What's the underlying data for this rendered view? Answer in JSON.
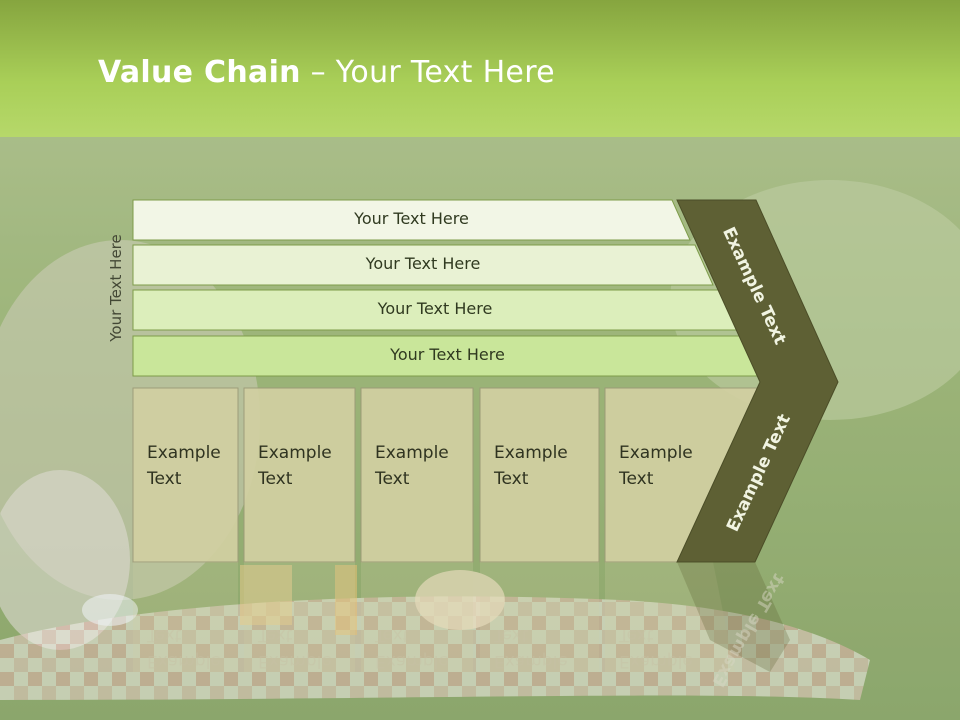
{
  "slide": {
    "title_bold": "Value Chain",
    "title_rest": " – Your Text Here",
    "side_label": "Your Text Here"
  },
  "bars": [
    {
      "label": "Your Text Here",
      "color": "#f2f6e6"
    },
    {
      "label": "Your Text Here",
      "color": "#e9f2d4"
    },
    {
      "label": "Your Text Here",
      "color": "#dceebb"
    },
    {
      "label": "Your Text Here",
      "color": "#c9e69a"
    }
  ],
  "columns": [
    {
      "label": "Example Text"
    },
    {
      "label": "Example Text"
    },
    {
      "label": "Example Text"
    },
    {
      "label": "Example Text"
    },
    {
      "label": "Example Text"
    }
  ],
  "arrow": {
    "top_label": "Example Text",
    "bottom_label": "Example Text",
    "color": "#5e6034"
  },
  "colors": {
    "header": "#a9cf58",
    "column_fill": "#d2d0a2",
    "bar_border": "#7e9c4a"
  }
}
